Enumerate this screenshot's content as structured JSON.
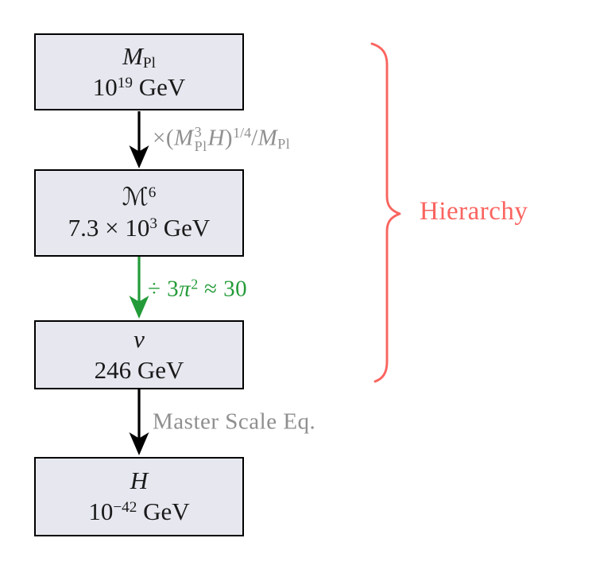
{
  "colors": {
    "box_fill": "#e6e7ef",
    "box_border": "#000000",
    "arrow_black": "#000000",
    "arrow_green": "#239b38",
    "label_gray": "#8f8f8f",
    "accent_salmon": "#fa645f",
    "bg": "#ffffff"
  },
  "boxes": [
    {
      "id": "planck-scale",
      "title": {
        "main": "M",
        "sub": "Pl"
      },
      "value": {
        "pre": "10",
        "sup": "19",
        "post": " GeV"
      }
    },
    {
      "id": "intermediate-scale",
      "title": {
        "main": "ℳ",
        "sup": "6"
      },
      "value": {
        "pre": "7.3 × 10",
        "sup": "3",
        "post": " GeV"
      }
    },
    {
      "id": "ew-scale",
      "title": {
        "main": "v"
      },
      "value": {
        "pre": "246 GeV"
      }
    },
    {
      "id": "hubble-scale",
      "title": {
        "main": "H"
      },
      "value": {
        "pre": "10",
        "sup": "−42",
        "post": " GeV"
      }
    }
  ],
  "edges": [
    {
      "id": "planck-to-intermediate",
      "label": {
        "open": "×(",
        "base1": "M",
        "base1_sup": "3",
        "base1_sub": "Pl",
        "base2": "H",
        "close": ")",
        "power": "1/4",
        "slash": "/",
        "base3": "M",
        "base3_sub": "Pl"
      }
    },
    {
      "id": "intermediate-to-ew",
      "label": {
        "pre": "÷ 3",
        "pi": "π",
        "sup": "2",
        "post": " ≈ 30"
      }
    },
    {
      "id": "ew-to-hubble",
      "label": {
        "text": "Master Scale Eq."
      }
    }
  ],
  "brace": {
    "label": "Hierarchy"
  }
}
